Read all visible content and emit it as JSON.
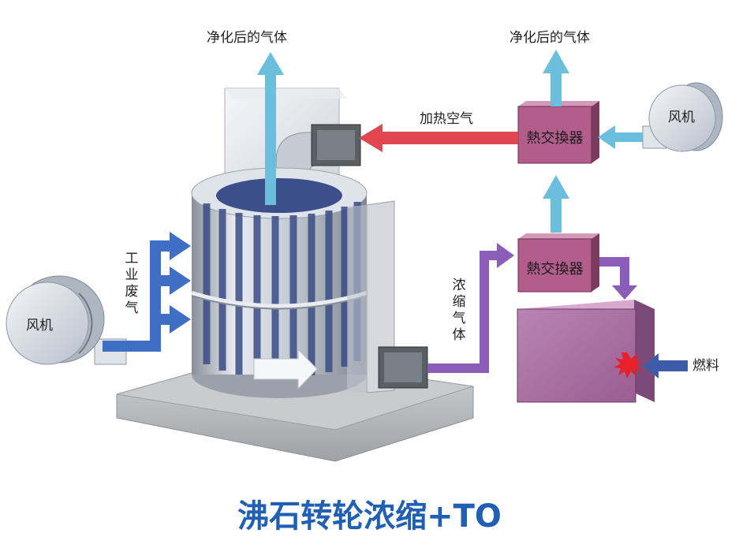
{
  "colors": {
    "clean_gas_arrow": "#6bbfdd",
    "inlet_arrow": "#3f6fc4",
    "heated_air_arrow": "#e0464f",
    "concentrate_arrow": "#8c5db8",
    "fuel_arrow": "#3f5ca8",
    "heat_exchanger": "#b25d8c",
    "furnace": "#a8679c",
    "flame": "#e8202a",
    "title": "#1f5fb4"
  },
  "icons": [
    "fan-icon",
    "rotor-icon",
    "heat-exchanger-icon",
    "furnace-icon",
    "flame-icon"
  ],
  "labels": {
    "clean_gas_left": "净化后的气体",
    "clean_gas_right": "净化后的气体",
    "heated_air": "加热空气",
    "fan_top": "风机",
    "fan_left": "风机",
    "heat_exchanger_top": "熱交換器",
    "heat_exchanger_bottom": "熱交換器",
    "industrial_waste_gas": "工业废气",
    "concentrated_gas": "浓缩气体",
    "fuel": "燃料"
  },
  "title": "沸石转轮浓缩+TO"
}
